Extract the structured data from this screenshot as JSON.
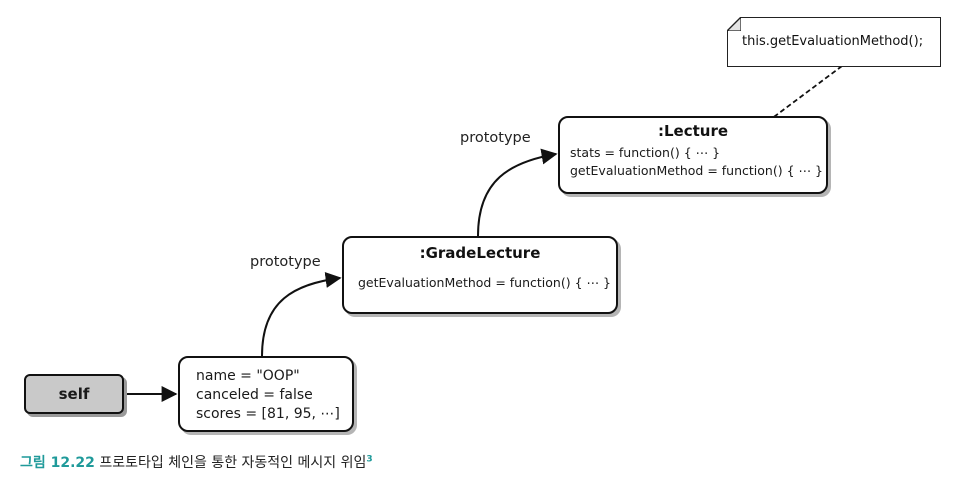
{
  "self_label": "self",
  "instance": {
    "lines": [
      "name = \"OOP\"",
      "canceled = false",
      "scores = [81, 95, ⋯]"
    ]
  },
  "grade_lecture": {
    "title": ":GradeLecture",
    "lines": [
      "getEvaluationMethod = function() { ⋯ }"
    ]
  },
  "lecture": {
    "title": ":Lecture",
    "lines": [
      "stats = function() { ⋯ }",
      "getEvaluationMethod = function() { ⋯ }"
    ]
  },
  "prototype_labels": [
    "prototype",
    "prototype"
  ],
  "note": "this.getEvaluationMethod();",
  "caption": {
    "figure": "그림 12.22",
    "text": "프로토타입 체인을 통한 자동적인 메시지 위임",
    "footnote": "3"
  }
}
